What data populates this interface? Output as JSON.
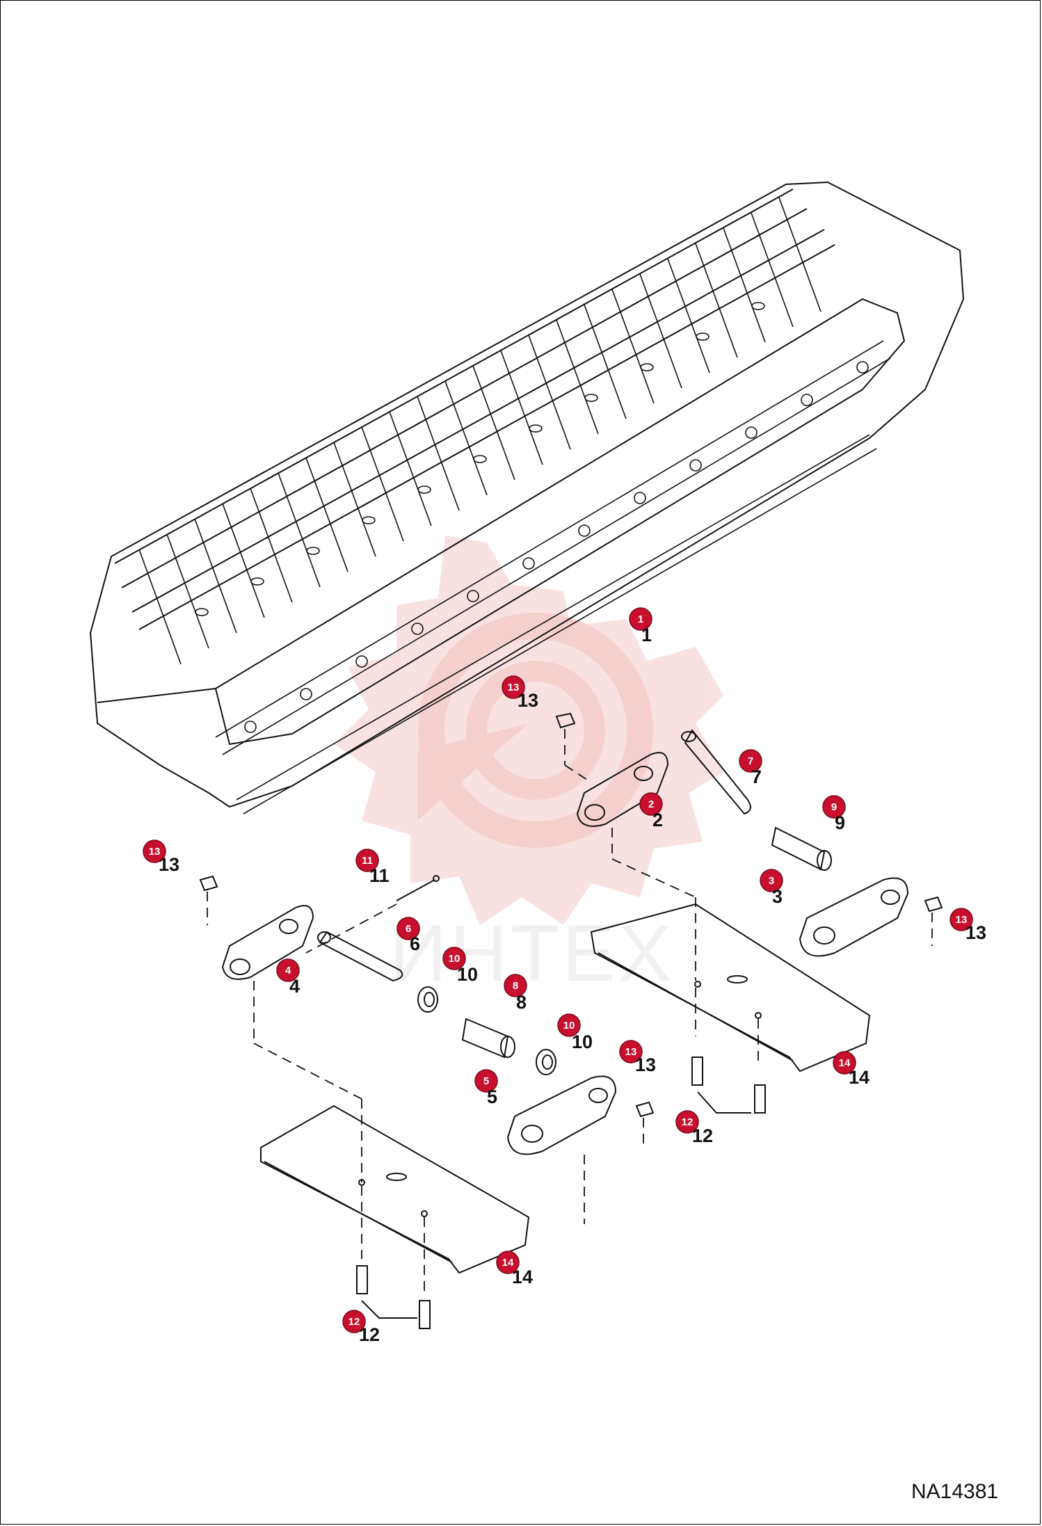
{
  "watermark": {
    "text": "ИНТЕХ"
  },
  "drawing_id": "NA14381",
  "callouts": [
    {
      "id": "1",
      "label": "1",
      "number": "1"
    },
    {
      "id": "2",
      "label": "2",
      "number": "2"
    },
    {
      "id": "3",
      "label": "3",
      "number": "3"
    },
    {
      "id": "4",
      "label": "4",
      "number": "4"
    },
    {
      "id": "5",
      "label": "5",
      "number": "5"
    },
    {
      "id": "6",
      "label": "6",
      "number": "6"
    },
    {
      "id": "7",
      "label": "7",
      "number": "7"
    },
    {
      "id": "8",
      "label": "8",
      "number": "8"
    },
    {
      "id": "9",
      "label": "9",
      "number": "9"
    },
    {
      "id": "10a",
      "label": "10",
      "number": "10"
    },
    {
      "id": "10b",
      "label": "10",
      "number": "10"
    },
    {
      "id": "11",
      "label": "11",
      "number": "11"
    },
    {
      "id": "12a",
      "label": "12",
      "number": "12"
    },
    {
      "id": "12b",
      "label": "12",
      "number": "12"
    },
    {
      "id": "13a",
      "label": "13",
      "number": "13"
    },
    {
      "id": "13b",
      "label": "13",
      "number": "13"
    },
    {
      "id": "13c",
      "label": "13",
      "number": "13"
    },
    {
      "id": "13d",
      "label": "13",
      "number": "13"
    },
    {
      "id": "14a",
      "label": "14",
      "number": "14"
    },
    {
      "id": "14b",
      "label": "14",
      "number": "14"
    }
  ],
  "colors": {
    "badge": "#c8102e",
    "line": "#111111",
    "watermark": "#f2b8b8"
  }
}
